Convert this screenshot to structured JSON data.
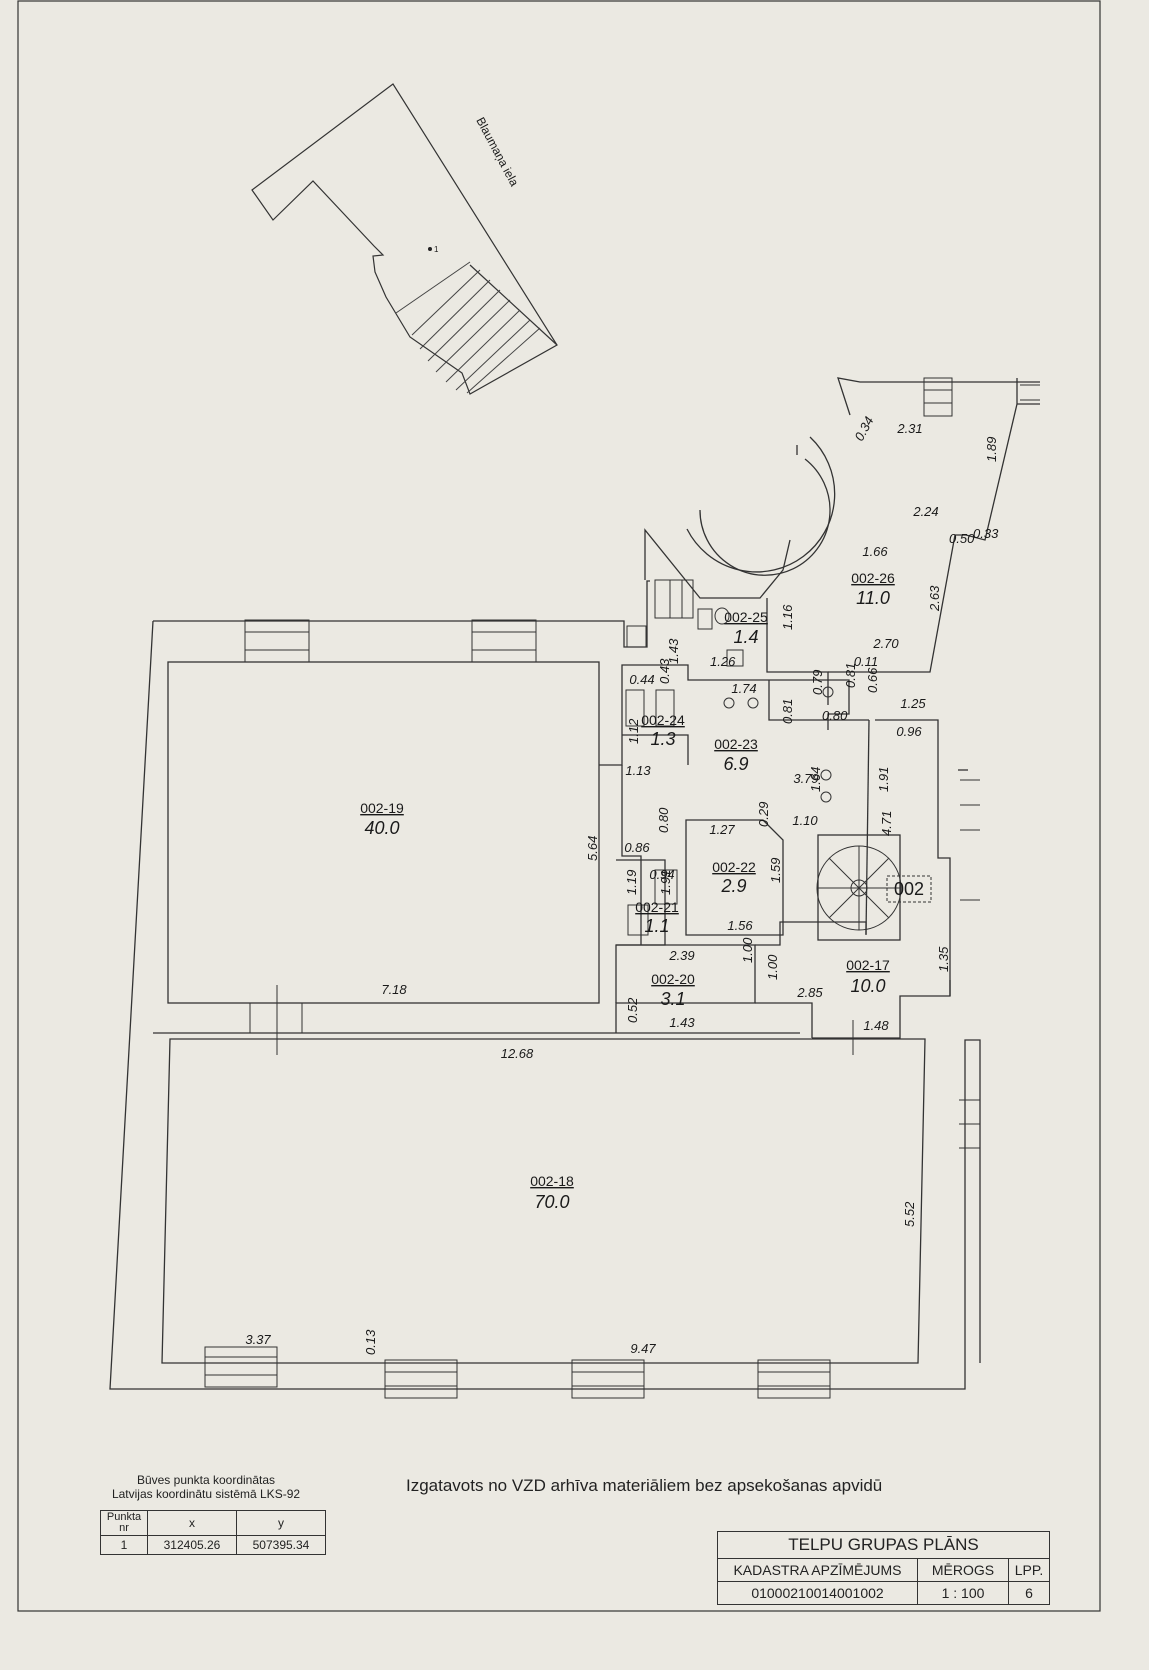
{
  "street_label": "Blaumaņa iela",
  "point_label": "1",
  "rooms": [
    {
      "id": "002-19",
      "area": "40.0"
    },
    {
      "id": "002-18",
      "area": "70.0"
    },
    {
      "id": "002-26",
      "area": "11.0"
    },
    {
      "id": "002-25",
      "area": "1.4"
    },
    {
      "id": "002-24",
      "area": "1.3"
    },
    {
      "id": "002-23",
      "area": "6.9"
    },
    {
      "id": "002-22",
      "area": "2.9"
    },
    {
      "id": "002-21",
      "area": "1.1"
    },
    {
      "id": "002-20",
      "area": "3.1"
    },
    {
      "id": "002-17",
      "area": "10.0"
    }
  ],
  "group_label": "002",
  "dimensions": [
    "0.34",
    "2.31",
    "1.89",
    "2.24",
    "0.50",
    "0.33",
    "1.66",
    "2.63",
    "1.16",
    "1.43",
    "1.26",
    "2.70",
    "0.11",
    "0.79",
    "0.81",
    "0.66",
    "0.44",
    "0.43",
    "1.74",
    "1.12",
    "1.13",
    "0.81",
    "0.80",
    "1.25",
    "0.96",
    "3.79",
    "1.64",
    "1.91",
    "0.80",
    "0.29",
    "1.10",
    "4.71",
    "5.64",
    "0.86",
    "1.27",
    "1.59",
    "0.94",
    "1.19",
    "1.91",
    "1.56",
    "2.39",
    "1.00",
    "1.00",
    "2.85",
    "1.35",
    "7.18",
    "0.52",
    "1.43",
    "1.48",
    "12.68",
    "5.52",
    "3.37",
    "0.13",
    "9.47"
  ],
  "coords": {
    "title_line1": "Būves punkta koordinātas",
    "title_line2": "Latvijas koordinātu sistēmā LKS-92",
    "head_nr": "Punkta nr",
    "head_x": "x",
    "head_y": "y",
    "nr": "1",
    "x": "312405.26",
    "y": "507395.34"
  },
  "note": "Izgatavots no VZD arhīva materiāliem bez apsekošanas apvidū",
  "title_block": {
    "title": "TELPU GRUPAS PLĀNS",
    "head_cadastre": "KADASTRA APZĪMĒJUMS",
    "head_scale": "MĒROGS",
    "head_page": "LPP.",
    "cadastre": "01000210014001002",
    "scale": "1 : 100",
    "page": "6"
  }
}
